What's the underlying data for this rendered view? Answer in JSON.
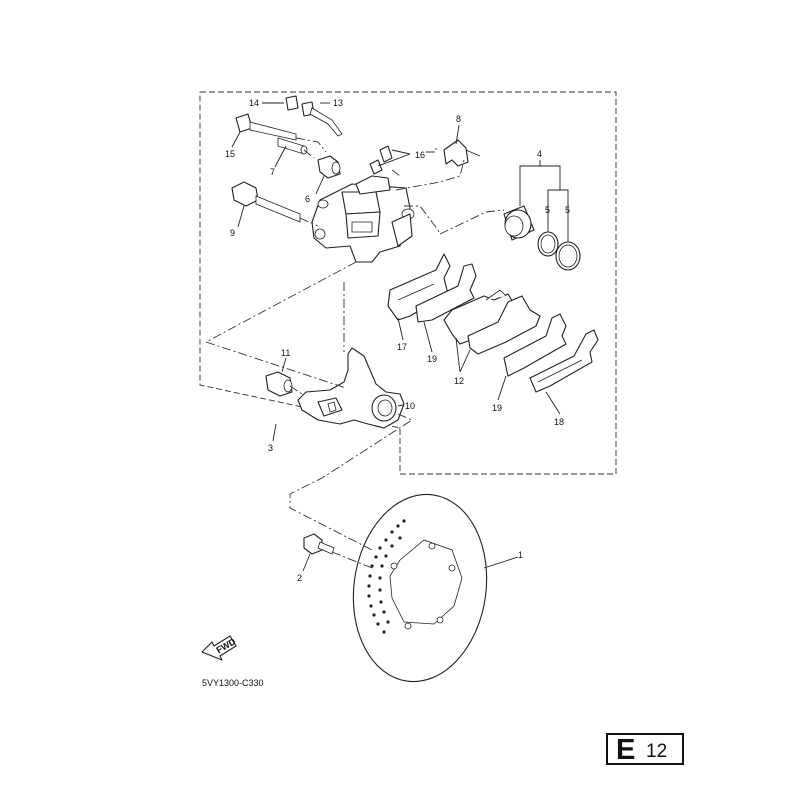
{
  "diagram_code": "5VY1300-C330",
  "fwd_label": "FWD",
  "page_badge": {
    "letter": "E",
    "number": "12"
  },
  "callouts": {
    "c1": "1",
    "c2": "2",
    "c3": "3",
    "c4": "4",
    "c5a": "5",
    "c5b": "5",
    "c6": "6",
    "c7": "7",
    "c8": "8",
    "c9": "9",
    "c10": "10",
    "c11": "11",
    "c12": "12",
    "c13": "13",
    "c14": "14",
    "c15": "15",
    "c16": "16",
    "c17": "17",
    "c18": "18",
    "c19a": "19",
    "c19b": "19"
  }
}
